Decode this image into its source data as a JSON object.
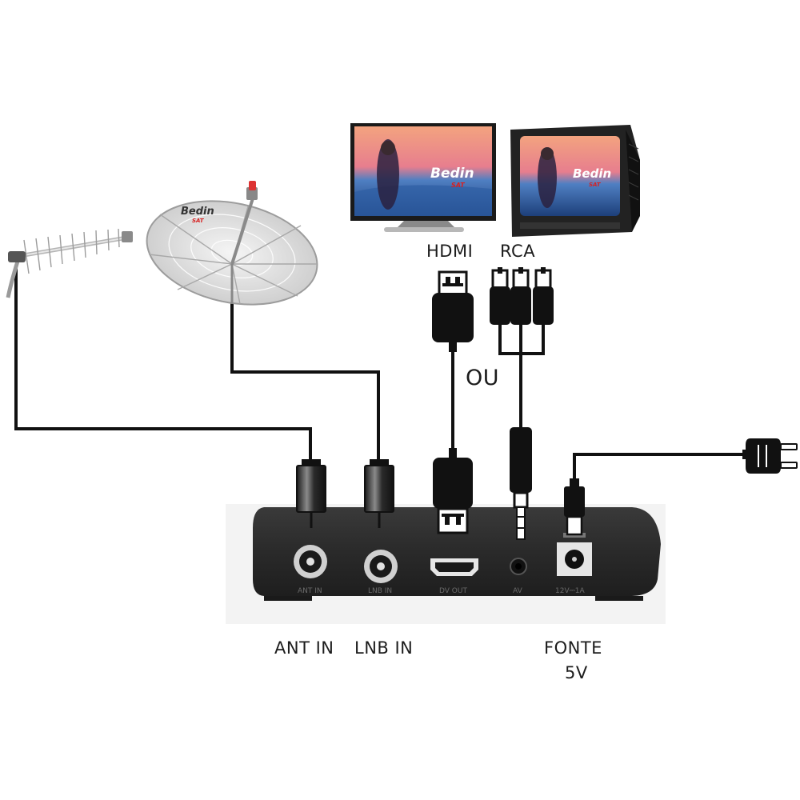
{
  "labels": {
    "hdmi": "HDMI",
    "rca": "RCA",
    "ou": "OU",
    "ant_in": "ANT IN",
    "lnb_in": "LNB IN",
    "fonte_line1": "FONTE",
    "fonte_line2": "5V"
  },
  "device_ports": {
    "ant_in": "ANT IN",
    "lnb_in": "LNB IN",
    "dv_out": "DV OUT",
    "av": "AV",
    "power": "12V⎓1A"
  },
  "brand": {
    "name": "Bedin",
    "sub": "SAT"
  },
  "colors": {
    "device_body": "#2b2b2b",
    "cable": "#111111",
    "tv_sky_top": "#e88a6e",
    "tv_sea": "#3a6fb5"
  }
}
